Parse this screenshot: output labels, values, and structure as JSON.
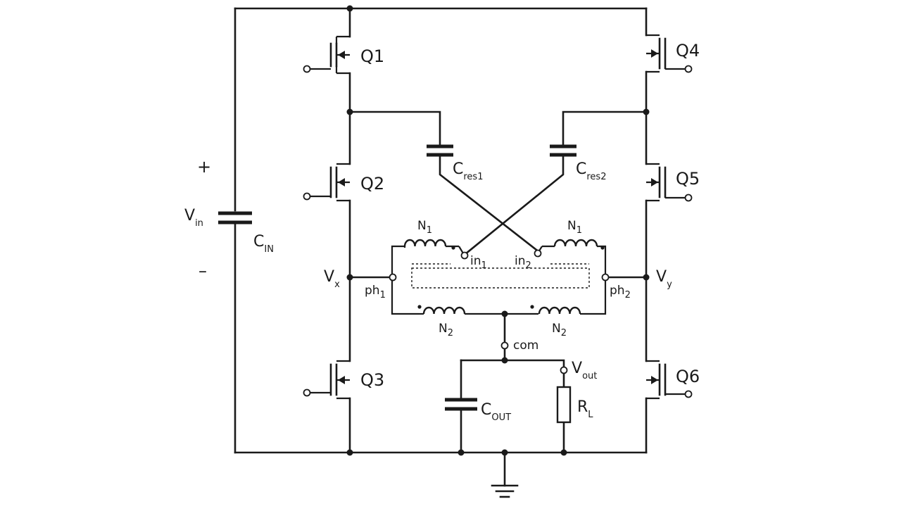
{
  "labels": {
    "q1": "Q1",
    "q2": "Q2",
    "q3": "Q3",
    "q4": "Q4",
    "q5": "Q5",
    "q6": "Q6",
    "plus": "+",
    "minus": "–",
    "vin": {
      "main": "V",
      "sub": "in"
    },
    "cin": {
      "main": "C",
      "sub": "IN"
    },
    "cres1": {
      "main": "C",
      "sub": "res1"
    },
    "cres2": {
      "main": "C",
      "sub": "res2"
    },
    "n1_left": {
      "main": "N",
      "sub": "1"
    },
    "n1_right": {
      "main": "N",
      "sub": "1"
    },
    "n2_left": {
      "main": "N",
      "sub": "2"
    },
    "n2_right": {
      "main": "N",
      "sub": "2"
    },
    "in1": {
      "main": "in",
      "sub": "1"
    },
    "in2": {
      "main": "in",
      "sub": "2"
    },
    "ph1": {
      "main": "ph",
      "sub": "1"
    },
    "ph2": {
      "main": "ph",
      "sub": "2"
    },
    "vx": {
      "main": "V",
      "sub": "x"
    },
    "vy": {
      "main": "V",
      "sub": "y"
    },
    "com": "com",
    "vout": {
      "main": "V",
      "sub": "out"
    },
    "cout": {
      "main": "C",
      "sub": "OUT"
    },
    "rl": {
      "main": "R",
      "sub": "L"
    }
  }
}
